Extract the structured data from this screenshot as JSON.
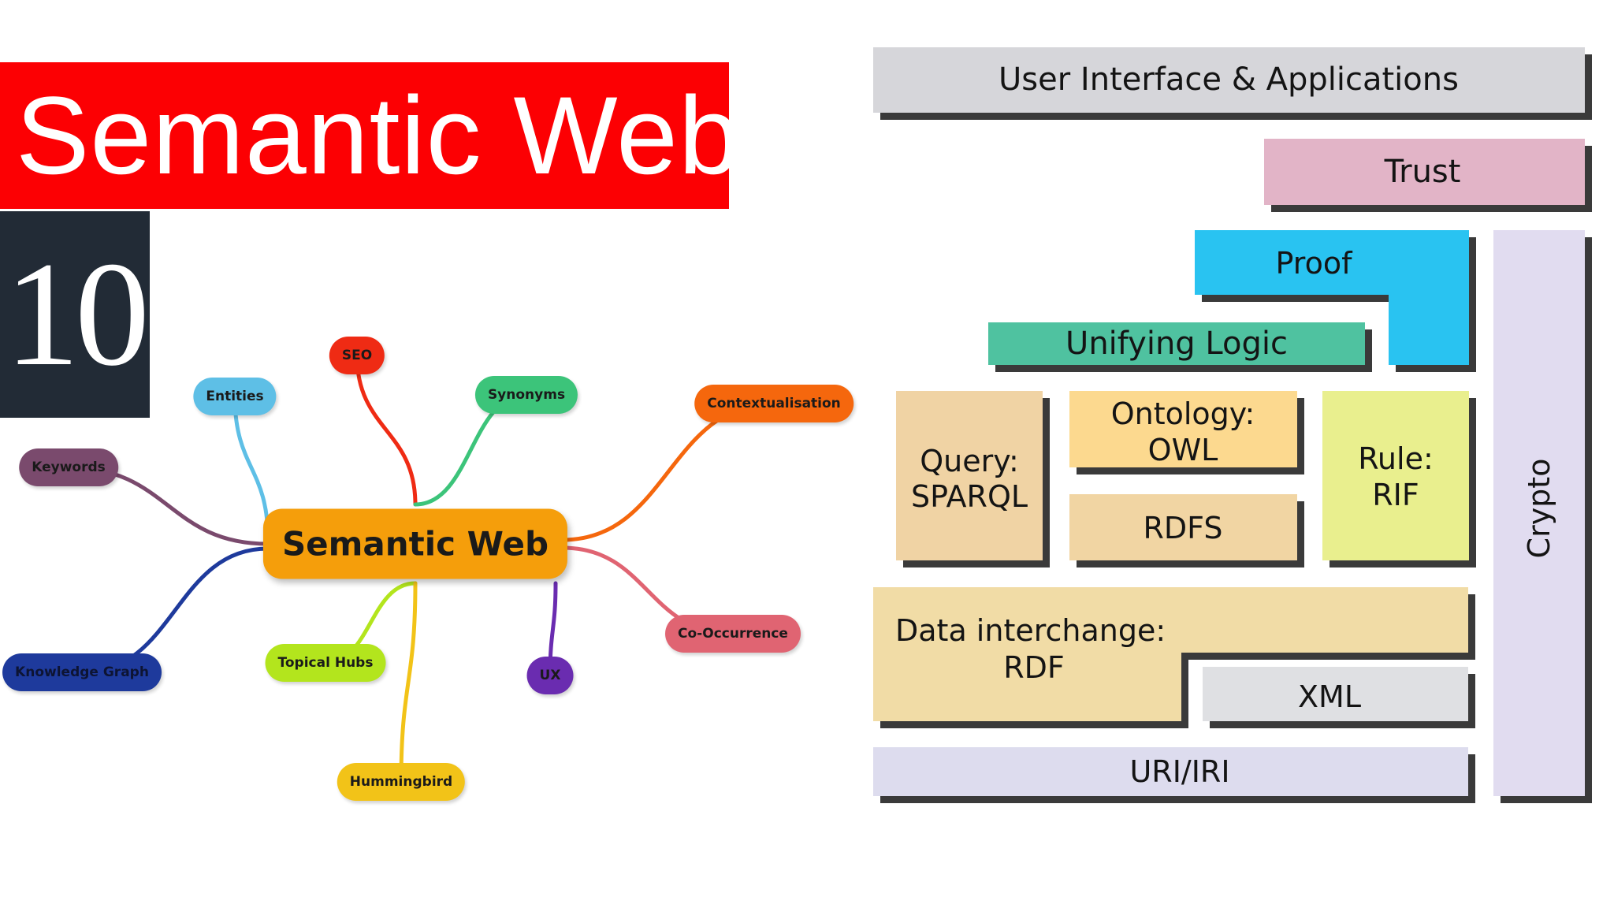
{
  "banner": {
    "title": "Semantic Web",
    "episode": "10",
    "colors": {
      "title_bg": "#fc0003",
      "episode_bg": "#222b36"
    }
  },
  "mind_map": {
    "center": "Semantic Web",
    "nodes": [
      {
        "label": "SEO",
        "color": "#ef2b14",
        "text_color": "#1a1a1a"
      },
      {
        "label": "Entities",
        "color": "#5ebfe6",
        "text_color": "#1a1a1a"
      },
      {
        "label": "Synonyms",
        "color": "#3cc47a",
        "text_color": "#1a1a1a"
      },
      {
        "label": "Contextualisation",
        "color": "#f5670d",
        "text_color": "#1a1a1a"
      },
      {
        "label": "Keywords",
        "color": "#7a4a6d",
        "text_color": "#1a1a1a"
      },
      {
        "label": "Knowledge Graph",
        "color": "#1e3a9c",
        "text_color": "#0d1433"
      },
      {
        "label": "Topical Hubs",
        "color": "#b3e51d",
        "text_color": "#1a1a1a"
      },
      {
        "label": "Co-Occurrence",
        "color": "#e06472",
        "text_color": "#1a1a1a"
      },
      {
        "label": "UX",
        "color": "#6a2cb0",
        "text_color": "#1a1a1a"
      },
      {
        "label": "Hummingbird",
        "color": "#f2c318",
        "text_color": "#1a1a1a"
      }
    ]
  },
  "layer_cake": {
    "user_interface": "User Interface & Applications",
    "trust": "Trust",
    "proof": "Proof",
    "unifying_logic": "Unifying Logic",
    "query_line1": "Query:",
    "query_line2": "SPARQL",
    "ontology_line1": "Ontology:",
    "ontology_line2": "OWL",
    "rdfs": "RDFS",
    "rule_line1": "Rule:",
    "rule_line2": "RIF",
    "crypto": "Crypto",
    "data_interchange_line1": "Data interchange:",
    "data_interchange_line2": "RDF",
    "xml": "XML",
    "uri": "URI/IRI",
    "colors": {
      "user_interface": "#d6d6da",
      "trust": "#e2b4c7",
      "proof": "#29c3f1",
      "unifying_logic": "#4fc2a0",
      "query": "#f0d3a4",
      "ontology": "#fcd98f",
      "rdfs": "#f1d5a3",
      "rule": "#e9ef8e",
      "crypto": "#e1dcf0",
      "data_interchange": "#f1dca6",
      "xml": "#dfe0e3",
      "uri": "#dddcee"
    }
  }
}
